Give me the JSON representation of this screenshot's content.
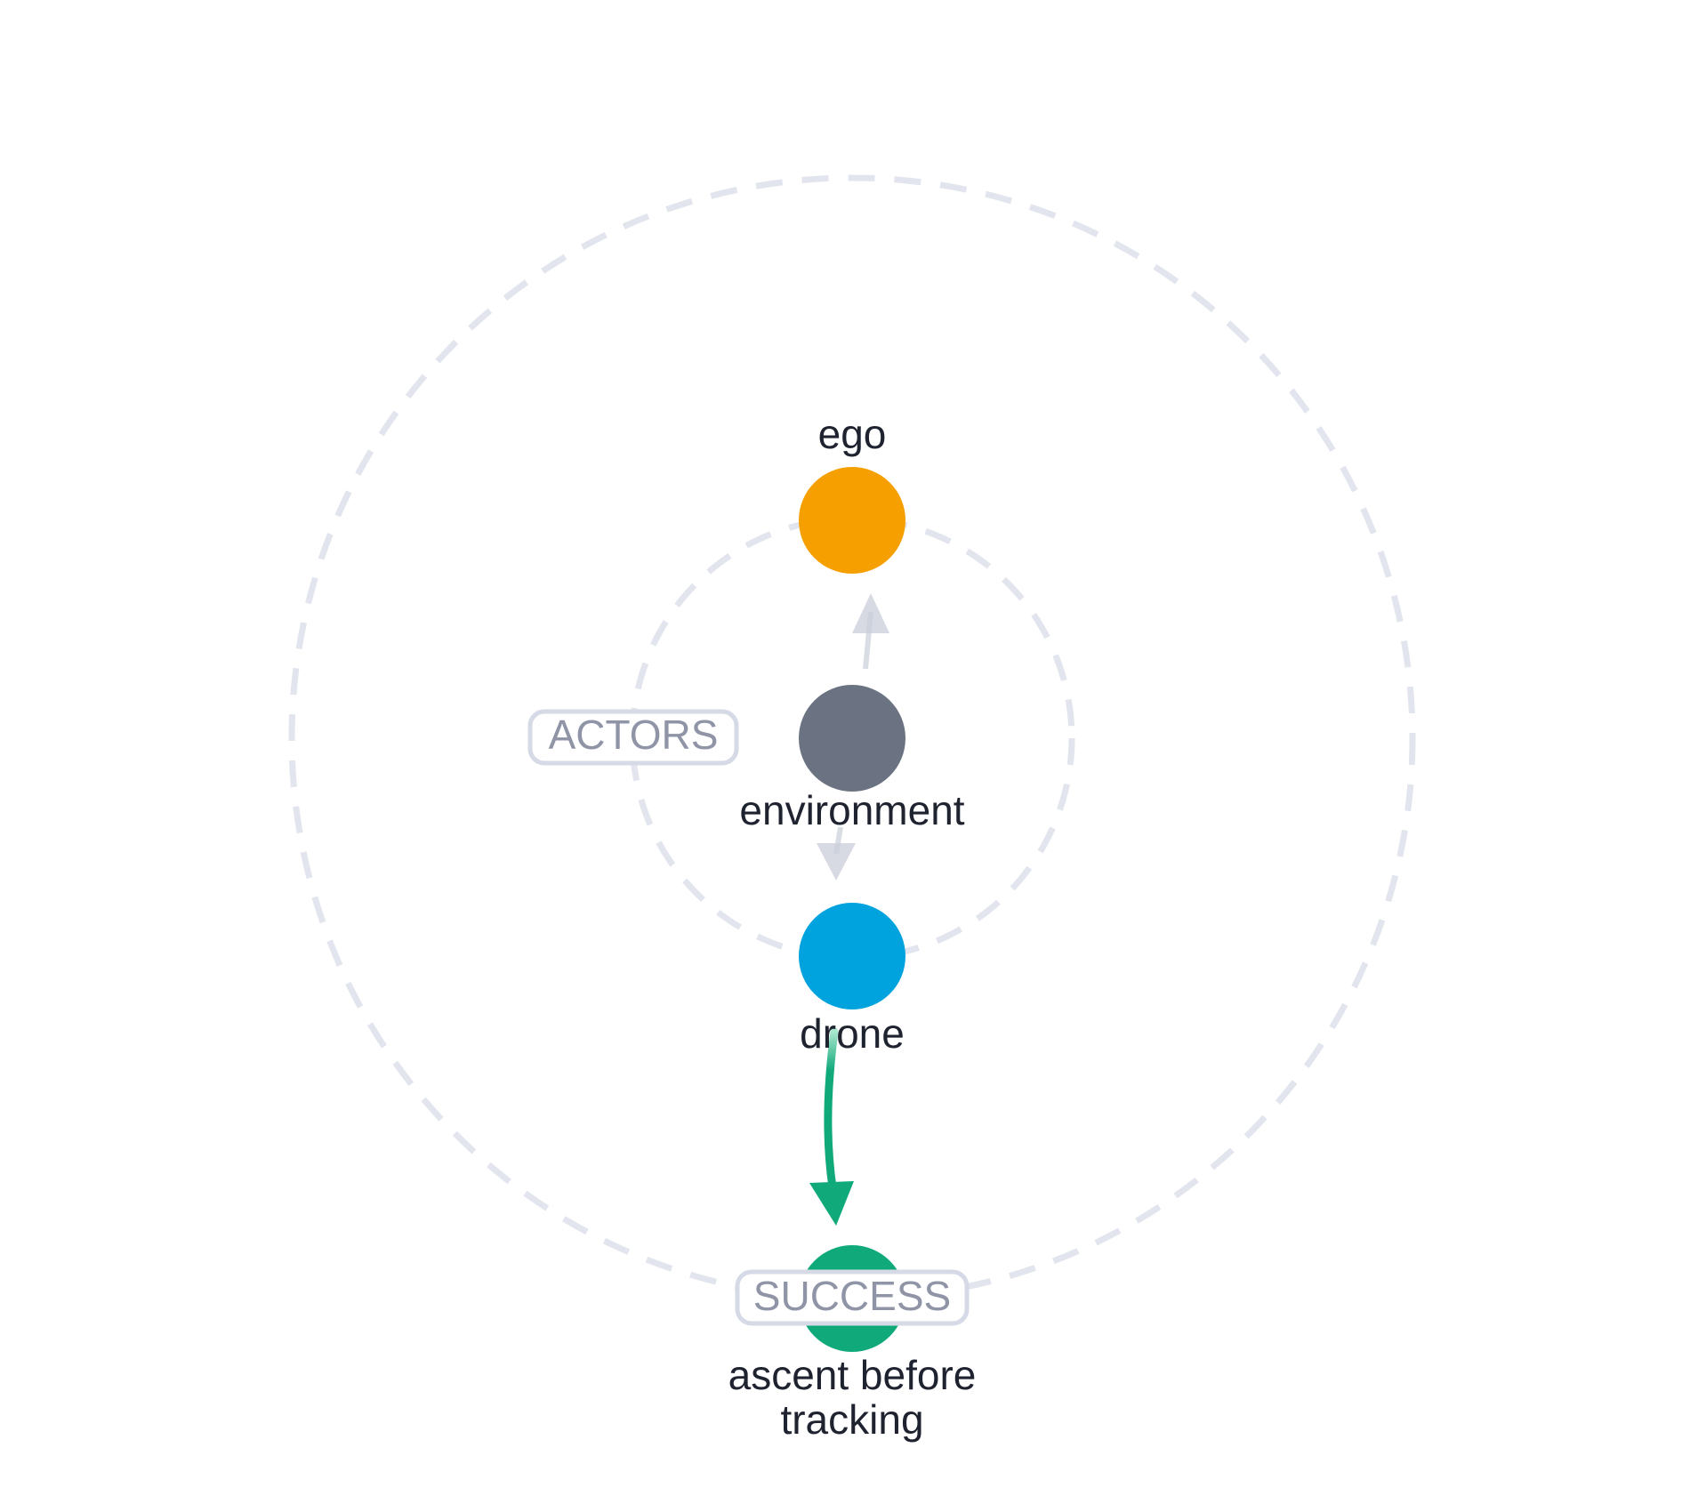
{
  "rings": [
    {
      "id": "outer",
      "label": ""
    },
    {
      "id": "inner",
      "label": "ACTORS"
    }
  ],
  "outer_ring_label": "SUCCESS",
  "nodes": [
    {
      "id": "ego",
      "label": "ego",
      "color": "#f5a000"
    },
    {
      "id": "environment",
      "label": "environment",
      "color": "#6b7282"
    },
    {
      "id": "drone",
      "label": "drone",
      "color": "#00a3de"
    },
    {
      "id": "ascent",
      "label_lines": [
        "ascent before",
        "tracking"
      ],
      "color": "#10a97a"
    }
  ],
  "edges": [
    {
      "from": "environment",
      "to": "ego",
      "style": "faded",
      "color": "#c9ced9"
    },
    {
      "from": "environment",
      "to": "drone",
      "style": "faded",
      "color": "#c9ced9"
    },
    {
      "from": "drone",
      "to": "ascent",
      "style": "active",
      "color": "#10a97a"
    }
  ]
}
